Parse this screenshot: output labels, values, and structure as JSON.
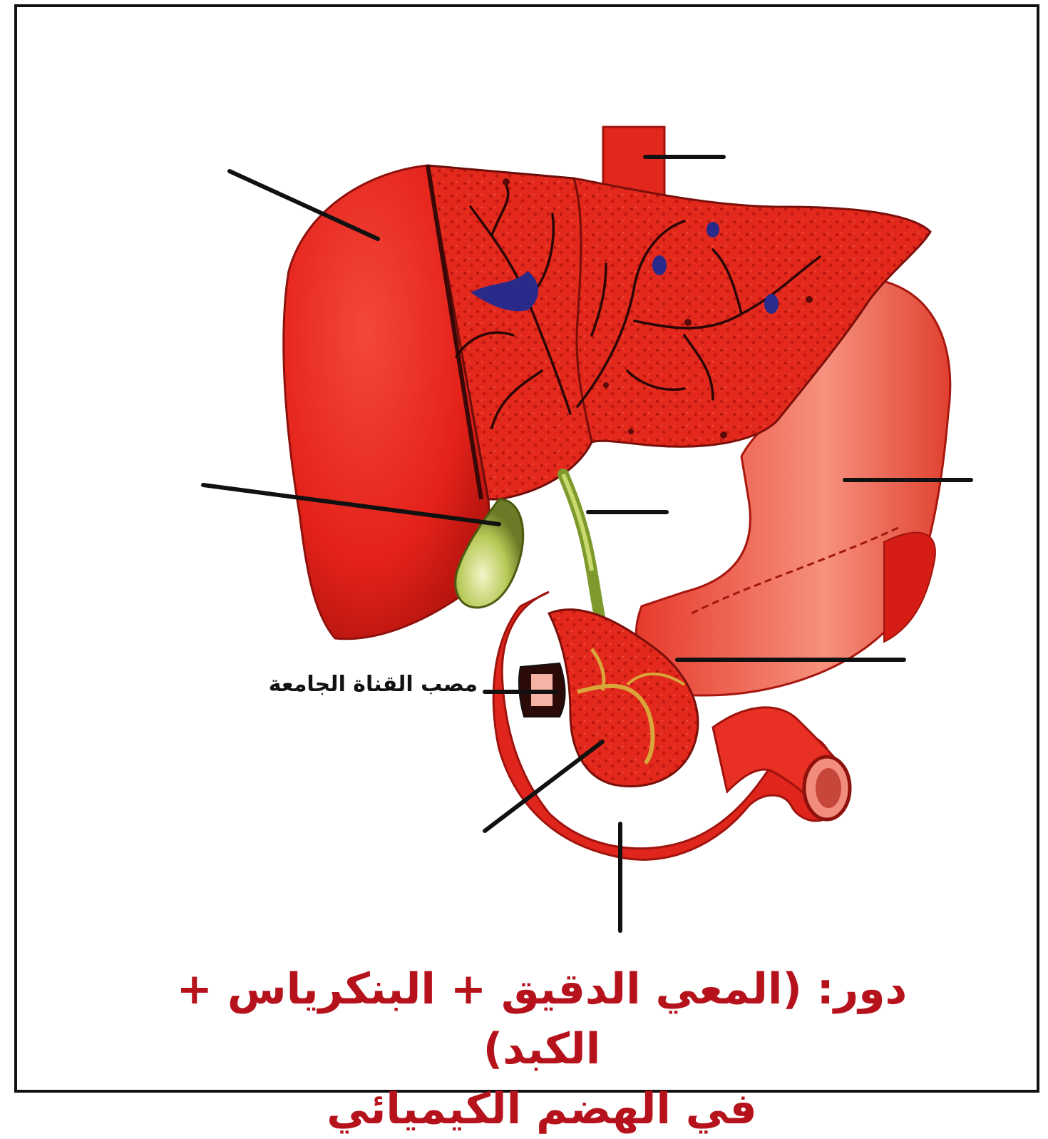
{
  "labels": {
    "common_duct_outlet": "مصب القناة الجامعة"
  },
  "caption": {
    "line1": "دور: (المعي الدقيق + البنكرياس + الكبد)",
    "line2": "في الهضم الكيميائي"
  },
  "colors": {
    "organ_red": "#e8241c",
    "organ_dark": "#b3120e",
    "stomach_pink": "#ef5a4c",
    "gallbladder": "#b8c957",
    "caption_red": "#b5121b",
    "frame": "#111111"
  }
}
